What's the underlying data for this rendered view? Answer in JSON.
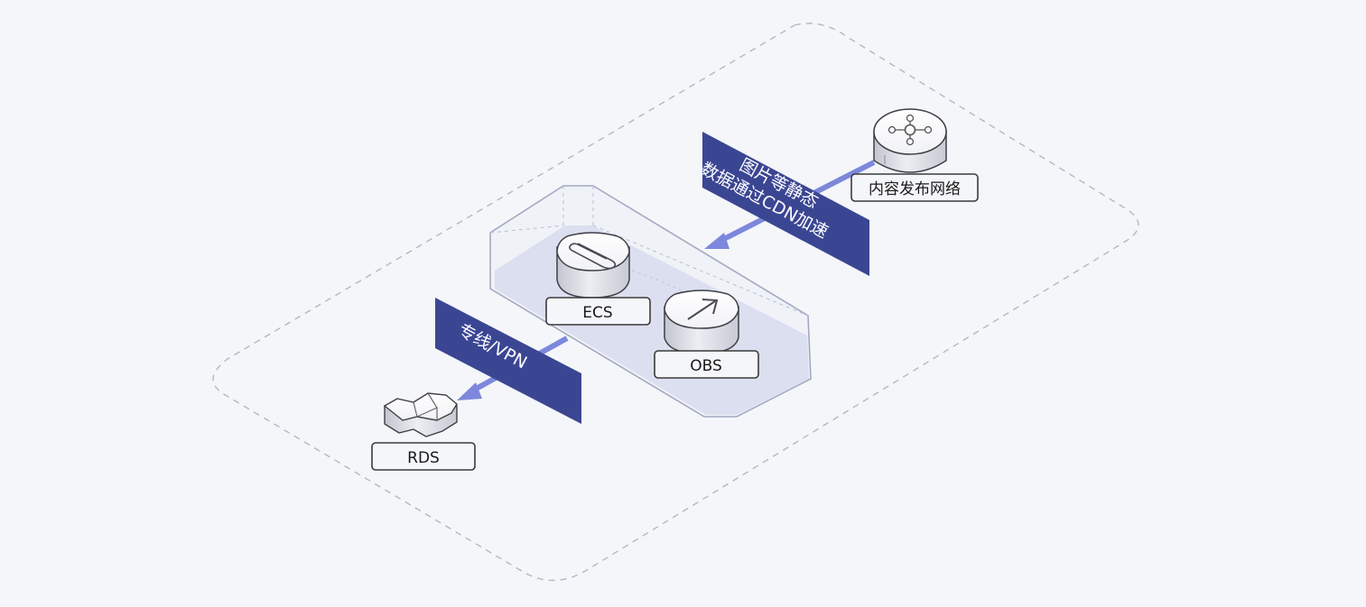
{
  "nodes": {
    "cdn": {
      "label": "内容发布网络",
      "icon": "cdn-hub-icon"
    },
    "ecs": {
      "label": "ECS",
      "icon": "paperclip-icon"
    },
    "obs": {
      "label": "OBS",
      "icon": "upload-arrow-icon"
    },
    "rds": {
      "label": "RDS",
      "icon": "database-hex-icon"
    }
  },
  "banners": {
    "cdn_route": {
      "line1": "图片等静态",
      "line2": "数据通过CDN加速"
    },
    "vpn_route": {
      "text": "专线/VPN"
    }
  },
  "colors": {
    "background": "#f4f6f9",
    "banner": "#3b4693",
    "arrow": "#7d87dc",
    "dashed_border": "#b4b8c0",
    "container_fill": "#dde1ee",
    "container_stroke": "#a3a9c2",
    "label_border": "#3a3a3a",
    "label_fill": "#f5f6f9"
  }
}
